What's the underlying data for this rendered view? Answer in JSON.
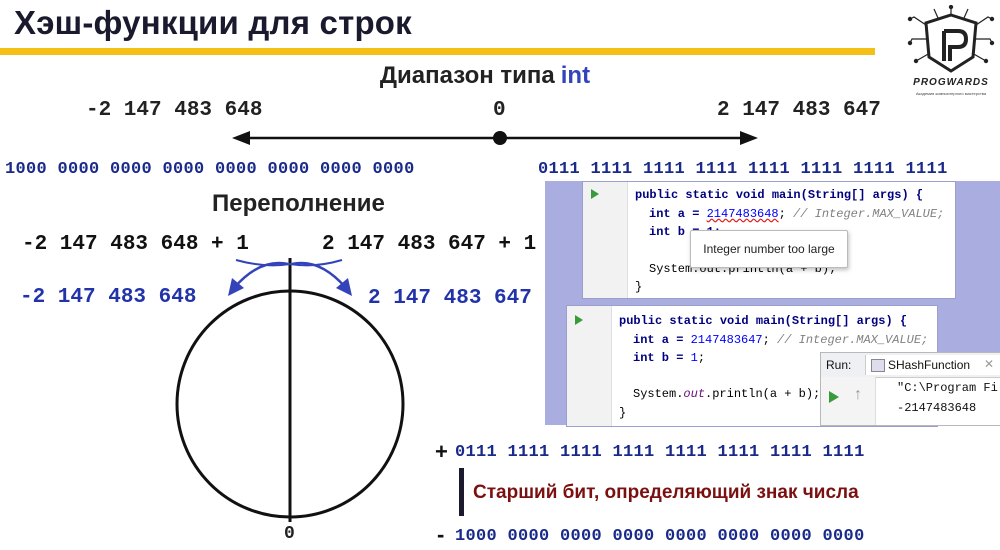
{
  "title": "Хэш-функции для строк",
  "range": {
    "label": "Диапазон типа",
    "type": "int",
    "min": "-2 147 483 648",
    "zero": "0",
    "max": "2 147 483 647",
    "min_binary": "1000 0000 0000 0000 0000 0000 0000 0000",
    "max_binary": "0111 1111 1111 1111 1111 1111 1111 1111"
  },
  "overflow": {
    "title": "Переполнение",
    "left_expr": "-2 147 483 648 + 1",
    "right_expr": "2 147 483 647 + 1",
    "left_result": "-2 147 483 648",
    "right_result": "2 147 483 647",
    "circle_zero": "0"
  },
  "code1": {
    "l1": "public static void main(String[] args) {",
    "l2_a": "int a = ",
    "l2_num": "2147483648",
    "l2_rest": "; ",
    "l2_cmt": "// Integer.MAX_VALUE;",
    "l3": "int b = 1;",
    "l4": "System.out.println(a + b);",
    "l5": "}",
    "tooltip": "Integer number too large"
  },
  "code2": {
    "l1": "public static void main(String[] args) {",
    "l2_a": "int a = ",
    "l2_num": "2147483647",
    "l2_rest": "; ",
    "l2_cmt": "// Integer.MAX_VALUE;",
    "l3_a": "int b = ",
    "l3_num": "1",
    "l3_rest": ";",
    "l4_a": "System.",
    "l4_out": "out",
    "l4_rest": ".println(a + b);",
    "l5": "}"
  },
  "run": {
    "label": "Run:",
    "tab": "SHashFunction",
    "path": "\"C:\\Program Fi",
    "output": "-2147483648"
  },
  "bits": {
    "plus": "+",
    "minus": "-",
    "positive": "0111 1111 1111 1111 1111 1111 1111 1111",
    "negative": "1000 0000 0000 0000 0000 0000 0000 0000",
    "label": "Старший бит, определяющий знак числа"
  },
  "logo": {
    "text": "PROGWARDS",
    "subtitle": "Академия компьютерного мастерства"
  },
  "colors": {
    "accent_bar": "#f5c016",
    "blue_text": "#1a2a8a",
    "arrow_blue": "#3344bb",
    "dark_red": "#7a1010",
    "code_panel": "#a9addf"
  }
}
